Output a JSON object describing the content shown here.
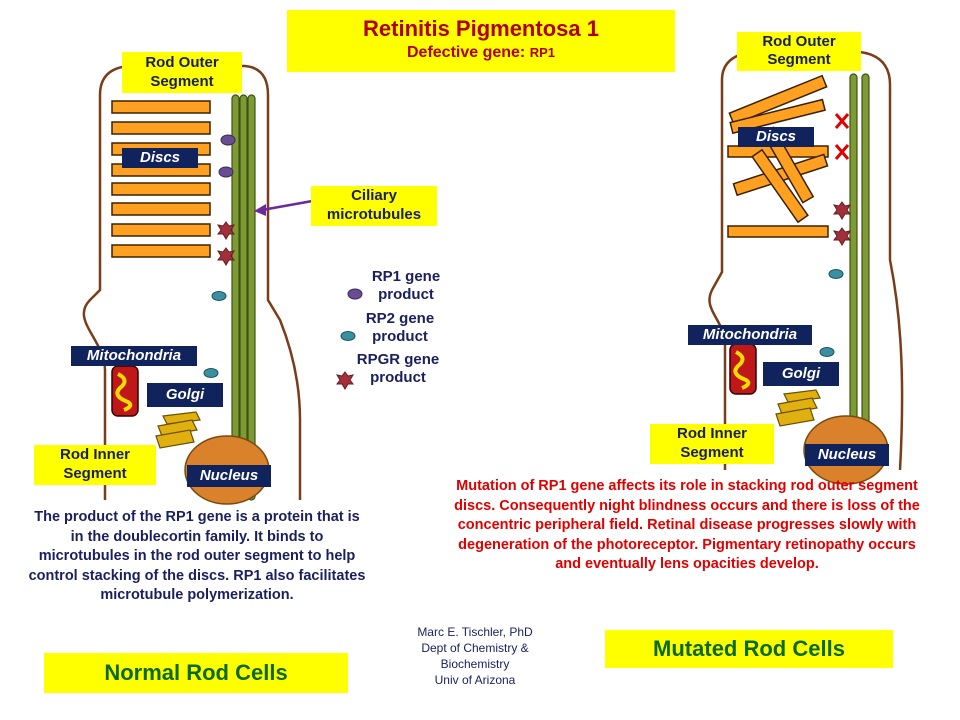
{
  "title": {
    "main": "Retinitis Pigmentosa 1",
    "sub_prefix": "Defective gene:",
    "sub_gene": "RP1"
  },
  "left_cell": {
    "outer_segment_label": "Rod Outer\nSegment",
    "discs_label": "Discs",
    "mitochondria_label": "Mitochondria",
    "golgi_label": "Golgi",
    "nucleus_label": "Nucleus",
    "inner_segment_label": "Rod Inner\nSegment",
    "description": "The product of the RP1 gene is a protein that is in the doublecortin family. It binds to microtubules in the rod outer segment to help control stacking of the discs. RP1 also facilitates microtubule polymerization.",
    "caption": "Normal Rod Cells"
  },
  "right_cell": {
    "outer_segment_label": "Rod Outer\nSegment",
    "discs_label": "Discs",
    "mitochondria_label": "Mitochondria",
    "golgi_label": "Golgi",
    "nucleus_label": "Nucleus",
    "inner_segment_label": "Rod Inner\nSegment",
    "description": "Mutation of RP1 gene affects its role in stacking rod outer segment discs. Consequently night blindness occurs and there is loss of the concentric peripheral field. Retinal disease progresses slowly with degeneration of the photoreceptor. Pigmentary retinopathy occurs and eventually lens opacities develop.",
    "caption": "Mutated Rod Cells"
  },
  "ciliary_label": "Ciliary\nmicrotubules",
  "legend": [
    {
      "label": "RP1 gene\nproduct",
      "icon": "rp1-product-icon"
    },
    {
      "label": "RP2 gene\nproduct",
      "icon": "rp2-product-icon"
    },
    {
      "label": "RPGR gene\nproduct",
      "icon": "rpgr-product-icon"
    }
  ],
  "author": {
    "line1": "Marc  E. Tischler, PhD",
    "line2": "Dept of Chemistry &",
    "line3": "Biochemistry",
    "line4": "Univ of Arizona"
  },
  "colors": {
    "label_yellow": "#ffff00",
    "dark_label": "#10235c",
    "disc_orange": "#ffa020",
    "microtubule_green": "#6f8a2a",
    "rp1_purple": "#6a4c93",
    "rp2_teal": "#3a8fa0",
    "rpgr_red": "#a0303a",
    "mutation_text_red": "#e00000",
    "caption_green": "#0a6a1a"
  },
  "icons": [
    "mitochondrion-icon",
    "golgi-icon",
    "nucleus-icon",
    "mutation-x-icon"
  ]
}
